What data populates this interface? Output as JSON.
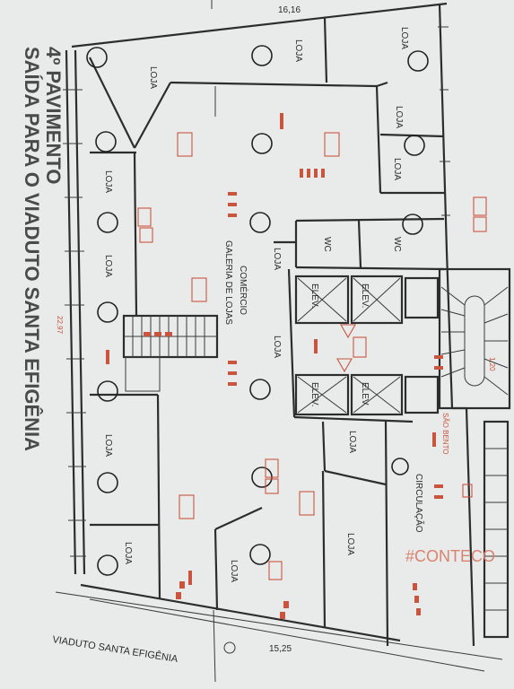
{
  "title": {
    "floor": "4º PAVIMENTO",
    "subtitle": "SAÍDA PARA O VIADUTO SANTA EFIGÊNIA"
  },
  "street": "VIADUTO SANTA EFIGÊNIA",
  "gallery": {
    "line1": "COMÉRCIO",
    "line2": "GALERIA DE LOJAS"
  },
  "circulation": "CIRCULAÇÃO",
  "sao_bento": "SÃO BENTO",
  "store_label": "LOJA",
  "wc_label": "WC",
  "elevator_label": "ELEV.",
  "dimensions": {
    "left": "22,97",
    "bottom": "15,25",
    "stair": "1,20",
    "top": "16,16"
  },
  "brand": "#CONTECO",
  "colors": {
    "wall": "#2d2d2d",
    "annotation_red": "#c9553f",
    "paper": "#e9ebea"
  }
}
